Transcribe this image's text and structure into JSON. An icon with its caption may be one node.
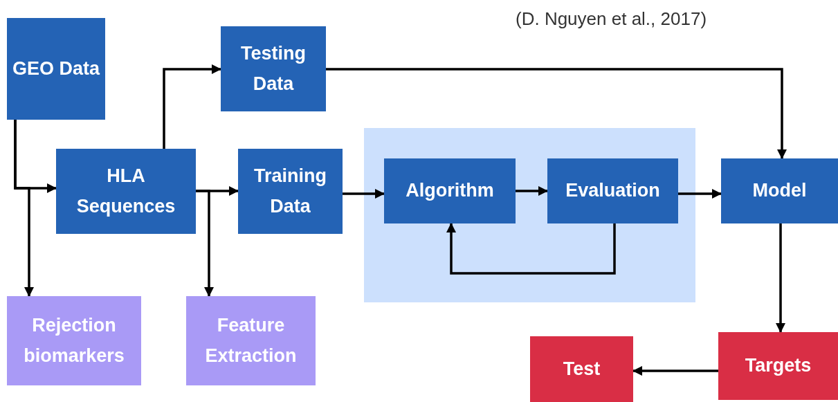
{
  "diagram": {
    "nodes": [
      {
        "text": [
          "GEO Data"
        ]
      },
      {
        "text": [
          "Testing Data"
        ]
      },
      {
        "text": [
          "HLA Sequences"
        ]
      },
      {
        "text": [
          "Training Data"
        ]
      },
      {
        "text": [],
        "shape": "box"
      },
      {
        "text": [
          "Algorithm"
        ],
        "in": 4
      },
      {
        "text": [
          "Evaluation"
        ],
        "in": 4
      },
      {
        "text": [
          "Model"
        ]
      },
      {
        "text": [
          "Rejection biomarkers"
        ]
      },
      {
        "text": [
          "Feature Extraction"
        ]
      },
      {
        "text": [
          "Test"
        ]
      },
      {
        "text": [
          "Targets"
        ]
      }
    ],
    "edges": [
      {
        "from": 0,
        "to": 2,
        "arrow": "to"
      },
      {
        "from": 0,
        "to": 8,
        "arrow": "to"
      },
      {
        "from": 2,
        "to": 1,
        "arrow": "to"
      },
      {
        "from": 2,
        "to": 3,
        "arrow": "to"
      },
      {
        "from": 2,
        "to": 9,
        "arrow": "to"
      },
      {
        "from": 3,
        "to": 5,
        "arrow": "to"
      },
      {
        "from": 5,
        "to": 6,
        "arrow": "to"
      },
      {
        "from": 6,
        "to": 5,
        "arrow": "to"
      },
      {
        "from": 6,
        "to": 7,
        "arrow": "to"
      },
      {
        "from": 1,
        "to": 7,
        "arrow": "to"
      },
      {
        "from": 7,
        "to": 11,
        "arrow": "to"
      },
      {
        "from": 11,
        "to": 10,
        "arrow": "to"
      }
    ],
    "labels": [
      "(D. Nguyen et al., 2017)"
    ]
  }
}
